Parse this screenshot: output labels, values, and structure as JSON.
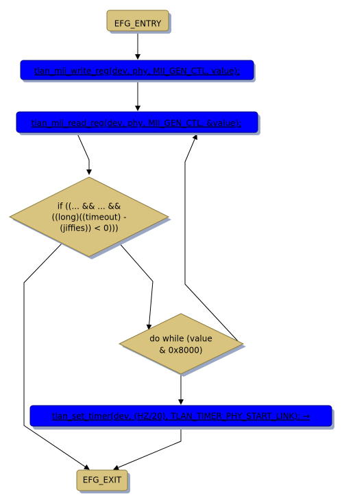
{
  "nodes": {
    "entry": {
      "label": "EFG_ENTRY"
    },
    "write_reg": {
      "label": "tlan_mii_write_reg(dev, phy, MII_GEN_CTL, value);"
    },
    "read_reg": {
      "label": "tlan_mii_read_reg(dev, phy, MII_GEN_CTL, &value);"
    },
    "if_cond": {
      "lines": [
        "if ((... && ... &&",
        "((long)((timeout) -",
        "(jiffies)) < 0)))"
      ]
    },
    "do_while": {
      "lines": [
        "do while (value",
        "& 0x8000)"
      ]
    },
    "set_timer": {
      "label": "tlan_set_timer(dev, (HZ/20), TLAN_TIMER_PHY_START_LINK); →"
    },
    "exit": {
      "label": "EFG_EXIT"
    }
  },
  "colors": {
    "terminal_fill": "#d9c47f",
    "statement_fill": "#0000ff",
    "decision_fill": "#d9c47f",
    "shadow": "#9aa7c4"
  }
}
